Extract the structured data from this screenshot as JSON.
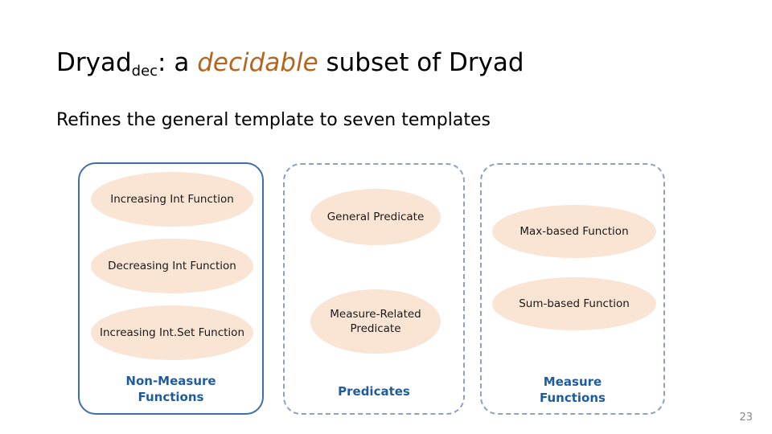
{
  "slide": {
    "page_number": "23",
    "title": {
      "lead": "Dryad",
      "subscript": "dec",
      "mid": ": a ",
      "emphasis": "decidable",
      "tail": " subset of Dryad"
    },
    "subtitle": "Refines the general template to seven templates",
    "colors": {
      "emphasis": "#B5651D",
      "group_label": "#1F5C9E",
      "group_border_solid": "#3E6FA8",
      "group_border_dashed": "#8EA2BE",
      "ellipse_fill": "#FAE4D4",
      "page_number": "#8A8A8A"
    },
    "groups": [
      {
        "name": "non-measure-functions",
        "label": "Non-Measure\nFunctions",
        "label_line1": "Non-Measure",
        "label_line2": "Functions",
        "border_style": "solid",
        "nodes": [
          {
            "label": "Increasing Int Function"
          },
          {
            "label": "Decreasing Int Function"
          },
          {
            "label": "Increasing Int.Set Function"
          }
        ]
      },
      {
        "name": "predicates",
        "label": "Predicates",
        "label_line1": "Predicates",
        "label_line2": "",
        "border_style": "dashed",
        "nodes": [
          {
            "label": "General Predicate"
          },
          {
            "label": "Measure-Related\nPredicate",
            "line1": "Measure-Related",
            "line2": "Predicate"
          }
        ]
      },
      {
        "name": "measure-functions",
        "label": "Measure\nFunctions",
        "label_line1": "Measure",
        "label_line2": "Functions",
        "border_style": "dashed",
        "nodes": [
          {
            "label": "Max-based Function"
          },
          {
            "label": "Sum-based Function"
          }
        ]
      }
    ]
  }
}
